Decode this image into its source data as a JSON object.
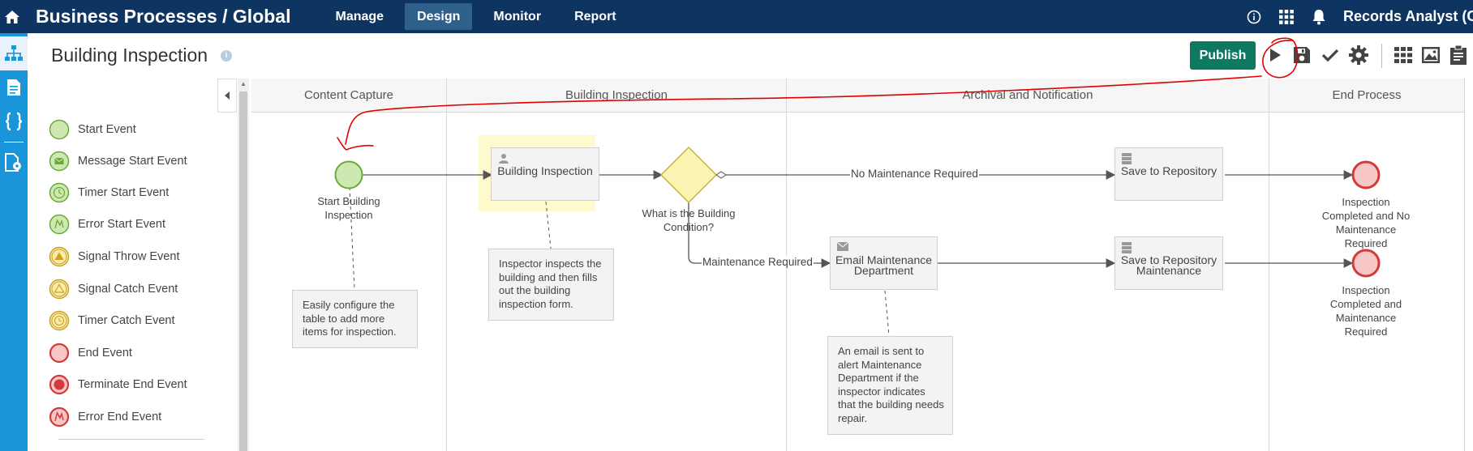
{
  "header": {
    "title": "Business Processes / Global",
    "nav": [
      {
        "label": "Manage"
      },
      {
        "label": "Design"
      },
      {
        "label": "Monitor"
      },
      {
        "label": "Report"
      }
    ],
    "user": "Records Analyst (C"
  },
  "page": {
    "title": "Building Inspection",
    "info": "i",
    "publish_label": "Publish"
  },
  "palette": [
    {
      "label": "Start Event",
      "icon": "start-event-icon"
    },
    {
      "label": "Message Start Event",
      "icon": "message-start-event-icon"
    },
    {
      "label": "Timer Start Event",
      "icon": "timer-start-event-icon"
    },
    {
      "label": "Error Start Event",
      "icon": "error-start-event-icon"
    },
    {
      "label": "Signal Throw Event",
      "icon": "signal-throw-event-icon"
    },
    {
      "label": "Signal Catch Event",
      "icon": "signal-catch-event-icon"
    },
    {
      "label": "Timer Catch Event",
      "icon": "timer-catch-event-icon"
    },
    {
      "label": "End Event",
      "icon": "end-event-icon"
    },
    {
      "label": "Terminate End Event",
      "icon": "terminate-end-event-icon"
    },
    {
      "label": "Error End Event",
      "icon": "error-end-event-icon"
    }
  ],
  "lanes": [
    {
      "label": "Content Capture"
    },
    {
      "label": "Building Inspection"
    },
    {
      "label": "Archival and Notification"
    },
    {
      "label": "End Process"
    }
  ],
  "diagram": {
    "start_label": "Start Building Inspection",
    "task_building_inspection": "Building Inspection",
    "gateway_label": "What is the Building Condition?",
    "flow_no_maintenance": "No Maintenance Required",
    "flow_maintenance": "Maintenance Required",
    "task_email": "Email Maintenance Department",
    "task_save": "Save to Repository",
    "task_save_maintenance": "Save to Repository Maintenance",
    "end_1_label": "Inspection Completed and No Maintenance Required",
    "end_2_label": "Inspection Completed and Maintenance Required",
    "note_start": "Easily configure the table to add more items for inspection.",
    "note_inspection": "Inspector inspects the building and then fills out the building inspection form.",
    "note_email": "An email is sent to alert Maintenance Department if the inspector indicates that the building needs repair."
  },
  "colors": {
    "topbar": "#0e3461",
    "rail": "#1a95d9",
    "publish": "#0d7a5f",
    "annotation": "#e00000"
  }
}
